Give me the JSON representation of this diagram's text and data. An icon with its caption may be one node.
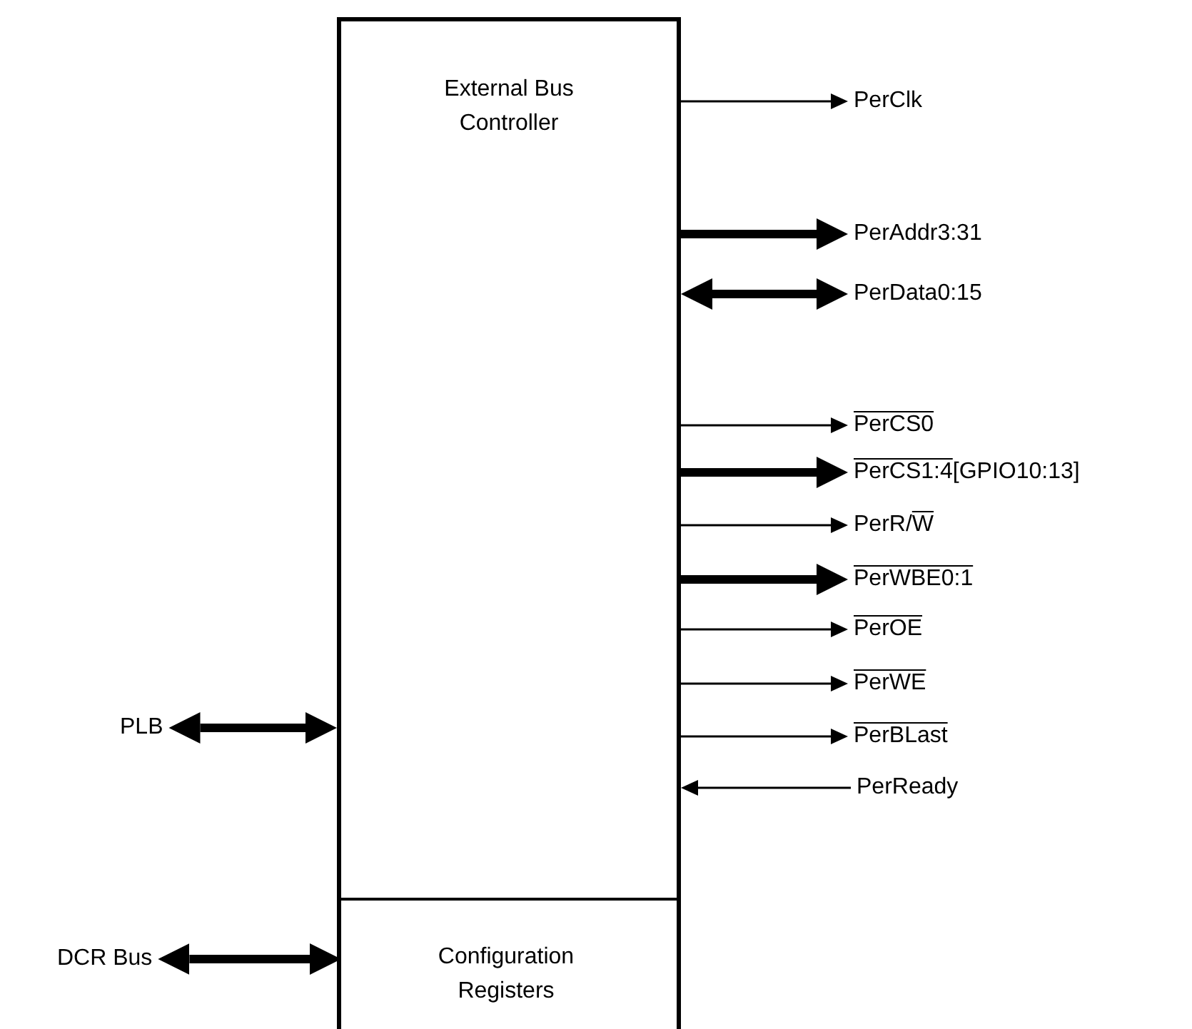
{
  "diagram": {
    "nodes": [
      {
        "text": [
          "External Bus Controller"
        ]
      },
      {
        "text": [
          "Configuration Registers"
        ],
        "in": 0
      },
      {
        "text": [
          "PerClk"
        ]
      },
      {
        "text": [
          "PerAddr3:31"
        ]
      },
      {
        "text": [
          "PerData0:15"
        ]
      },
      {
        "text": [
          "PerCS0"
        ]
      },
      {
        "text": [
          "PerCS1:4[GPIO10:13]"
        ]
      },
      {
        "text": [
          "PerR/W"
        ]
      },
      {
        "text": [
          "PerWBE0:1"
        ]
      },
      {
        "text": [
          "PerOE"
        ]
      },
      {
        "text": [
          "PerWE"
        ]
      },
      {
        "text": [
          "PerBLast"
        ]
      },
      {
        "text": [
          "PerReady"
        ]
      },
      {
        "text": [
          "PLB"
        ]
      },
      {
        "text": [
          "DCR Bus"
        ]
      }
    ],
    "edges": [
      {
        "from": 0,
        "to": 2,
        "arrow": "to"
      },
      {
        "from": 0,
        "to": 3,
        "arrow": "to",
        "style": "thick"
      },
      {
        "from": 0,
        "to": 4,
        "arrow": "both",
        "style": "thick"
      },
      {
        "from": 0,
        "to": 5,
        "arrow": "to"
      },
      {
        "from": 0,
        "to": 6,
        "arrow": "to",
        "style": "thick"
      },
      {
        "from": 0,
        "to": 7,
        "arrow": "to"
      },
      {
        "from": 0,
        "to": 8,
        "arrow": "to",
        "style": "thick"
      },
      {
        "from": 0,
        "to": 9,
        "arrow": "to"
      },
      {
        "from": 0,
        "to": 10,
        "arrow": "to"
      },
      {
        "from": 0,
        "to": 11,
        "arrow": "to"
      },
      {
        "from": 12,
        "to": 0,
        "arrow": "to"
      },
      {
        "from": 13,
        "to": 0,
        "arrow": "both",
        "style": "thick"
      },
      {
        "from": 14,
        "to": 1,
        "arrow": "both",
        "style": "thick"
      }
    ]
  }
}
